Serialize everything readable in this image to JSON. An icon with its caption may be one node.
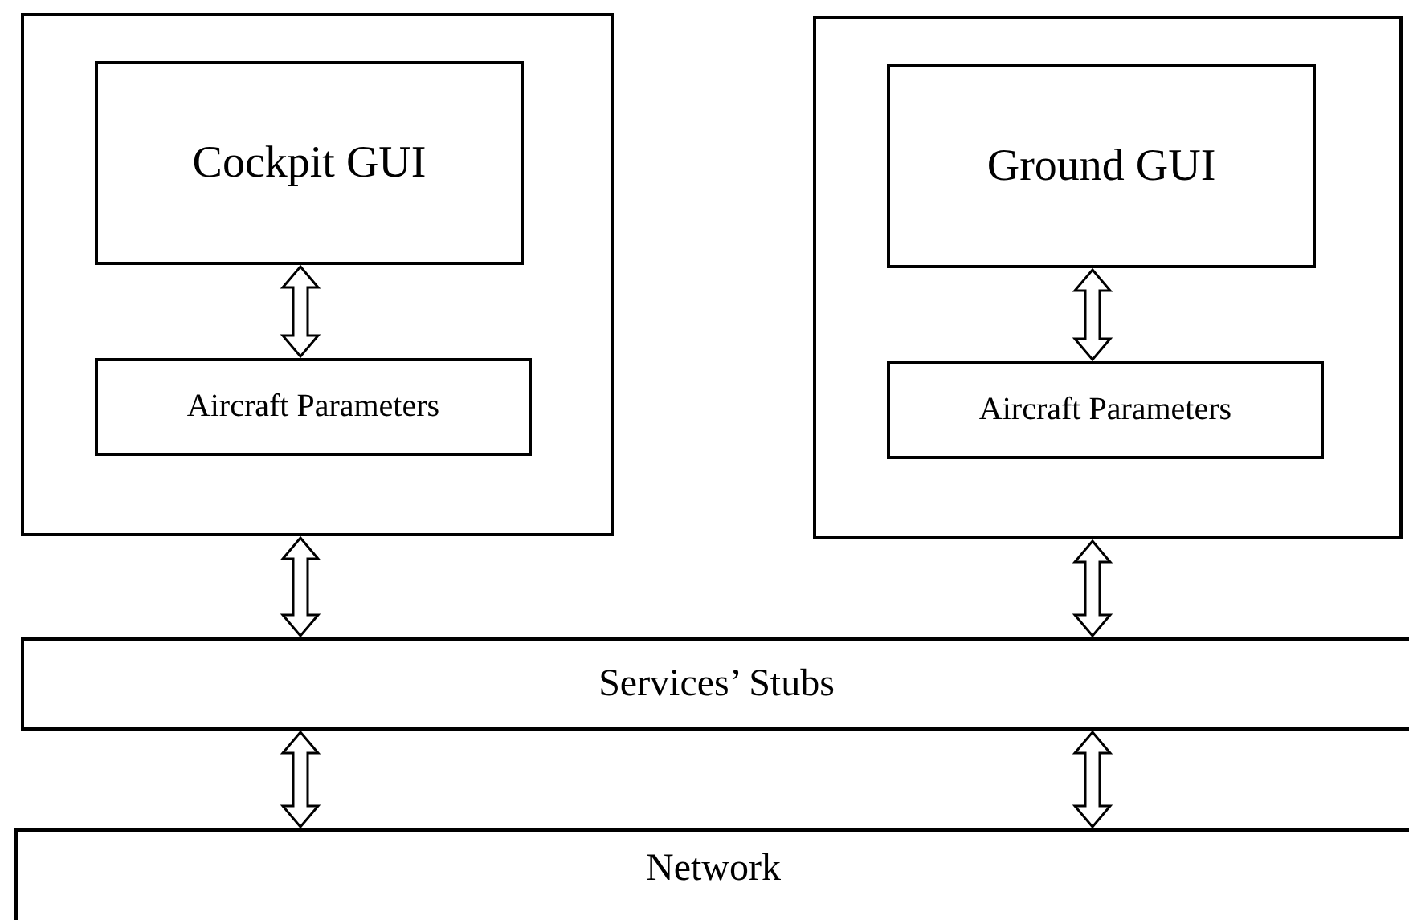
{
  "diagram": {
    "nodes": [
      {
        "text": [],
        "shape": "box"
      },
      {
        "text": [
          "Cockpit GUI"
        ],
        "in": 0
      },
      {
        "text": [
          "Aircraft Parameters"
        ],
        "in": 0
      },
      {
        "text": [],
        "shape": "box"
      },
      {
        "text": [
          "Ground GUI"
        ],
        "in": 3
      },
      {
        "text": [
          "Aircraft Parameters"
        ],
        "in": 3
      },
      {
        "text": [
          "Services’ Stubs"
        ]
      },
      {
        "text": [
          "Network"
        ]
      }
    ],
    "edges": [
      {
        "from": 1,
        "to": 2,
        "arrow": "both"
      },
      {
        "from": 4,
        "to": 5,
        "arrow": "both"
      },
      {
        "from": 0,
        "to": 6,
        "arrow": "both"
      },
      {
        "from": 3,
        "to": 6,
        "arrow": "both"
      },
      {
        "from": 6,
        "to": 7,
        "arrow": "both"
      },
      {
        "from": 6,
        "to": 7,
        "arrow": "both"
      }
    ]
  }
}
